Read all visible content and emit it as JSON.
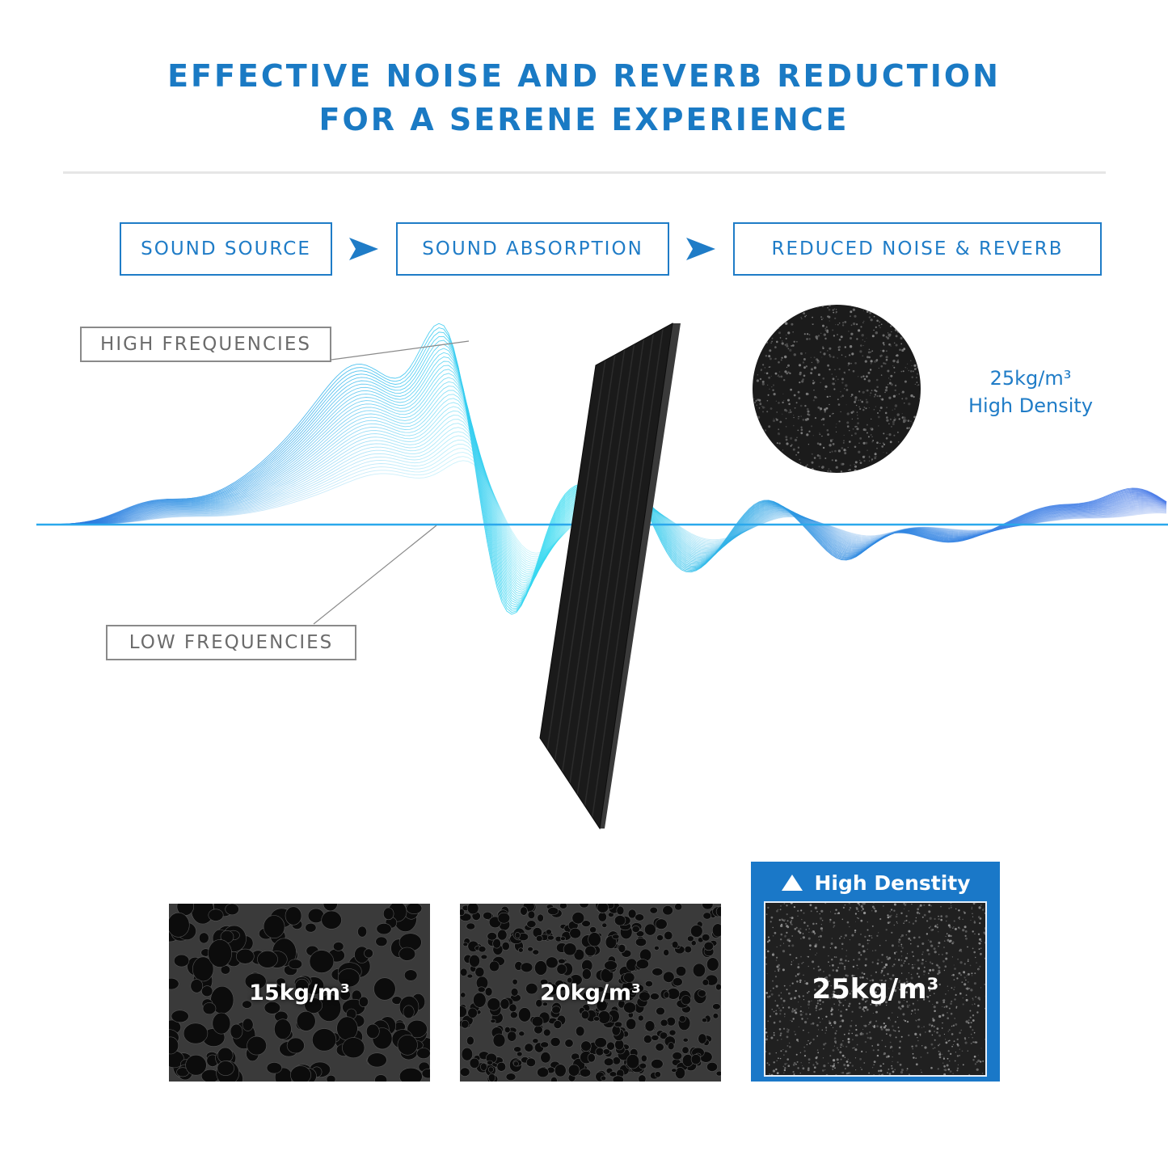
{
  "headline": {
    "line1": "EFFECTIVE NOISE AND REVERB REDUCTION",
    "line2": "FOR A SERENE EXPERIENCE"
  },
  "flow": {
    "steps": [
      "SOUND SOURCE",
      "SOUND ABSORPTION",
      "REDUCED NOISE & REVERB"
    ]
  },
  "frequencies": {
    "high": "HIGH FREQUENCIES",
    "low": "LOW FREQUENCIES"
  },
  "density_callout": {
    "value": "25kg/m³",
    "label": "High Density"
  },
  "comparison": {
    "swatches": [
      "15kg/m³",
      "20kg/m³"
    ],
    "highlight_title": "High Denstity",
    "highlight_value": "25kg/m³"
  },
  "colors": {
    "accent": "#1a7ac4",
    "wave_cyan": "#33d4f0",
    "wave_blue": "#2255dd",
    "foam": "#1a1a1a"
  }
}
